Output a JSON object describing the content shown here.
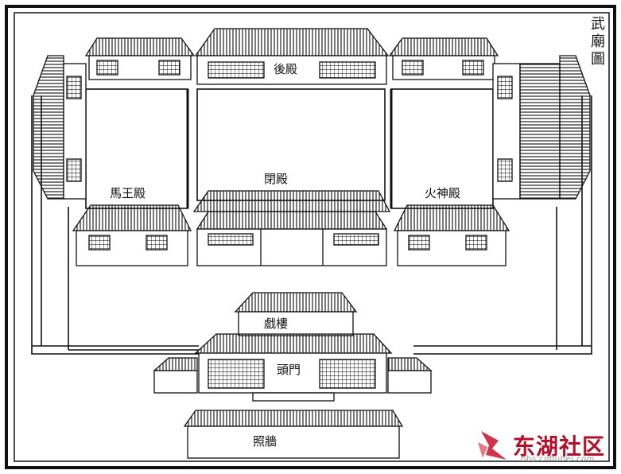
{
  "title": "武廟圖",
  "halls": {
    "rear_hall": "後殿",
    "main_hall": "閉殿",
    "horse_king_hall": "馬王殿",
    "fire_god_hall": "火神殿",
    "opera_tower": "戲樓",
    "head_gate": "頭門",
    "screen_wall": "照牆"
  },
  "watermark": {
    "name": "东湖社区",
    "url": "bbs.cnhubei.com",
    "color": "#b0102a"
  },
  "icons": [
    "temple-plan-drawing",
    "watermark-logo"
  ]
}
